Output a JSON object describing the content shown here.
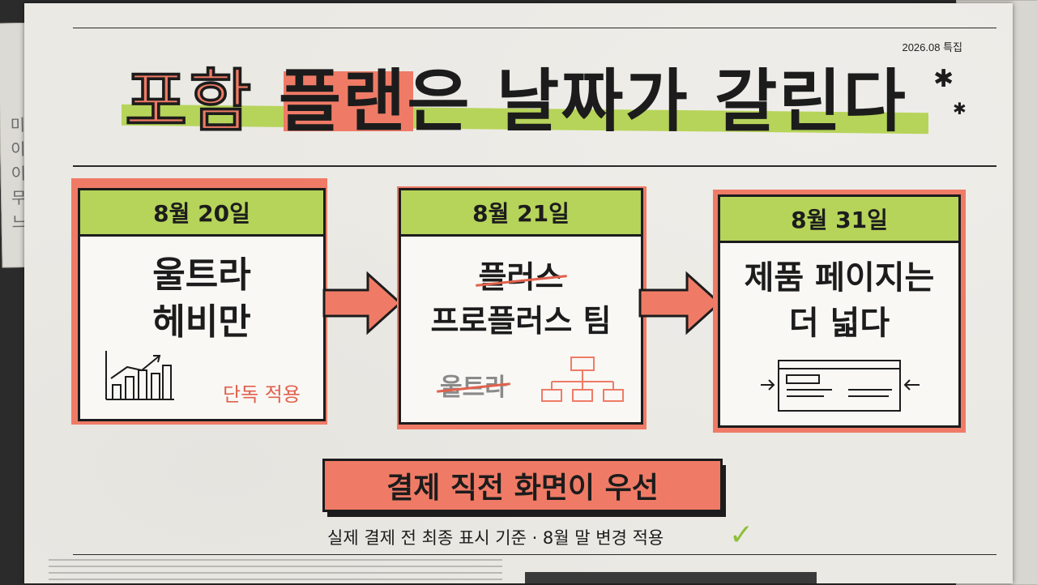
{
  "edition": "2026.08 특집",
  "headline": {
    "part1": "포함 ",
    "part2": "플랜",
    "part3": "은 날짜가 갈린다"
  },
  "cards": [
    {
      "date": "8월 20일",
      "line1": "울트라",
      "line2": "헤비만",
      "note": "단독 적용"
    },
    {
      "date": "8월 21일",
      "struck": "플러스",
      "main": "프로플러스 팀",
      "struck_small": "울트라"
    },
    {
      "date": "8월 31일",
      "line1": "제품 페이지는",
      "line2": "더 넓다"
    }
  ],
  "callout": "결제 직전 화면이 우선",
  "subline": "실제 결제 전 최종 표시 기준 · 8월 말 변경 적용",
  "colors": {
    "accent_coral": "#ef7b66",
    "accent_green": "#b6d45a",
    "ink": "#1c1c1c"
  },
  "icons": [
    "bar-chart-icon",
    "org-chart-icon",
    "wide-page-icon",
    "check-icon",
    "sparkle-icon"
  ]
}
